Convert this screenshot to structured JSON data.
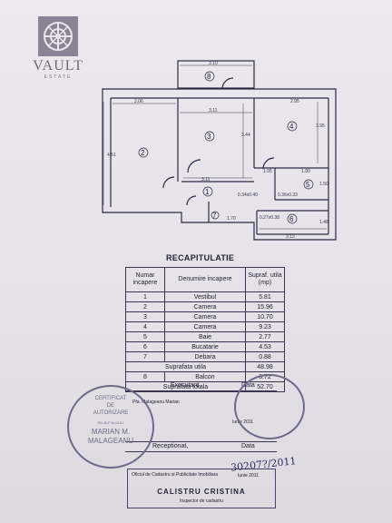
{
  "logo": {
    "brand": "VAULT",
    "tagline": "ESTATE",
    "icon": "vault-door-icon"
  },
  "plan": {
    "dims": {
      "top_wide": "3.10",
      "left_w": "2.06",
      "mid_w": "3.11",
      "right_w": "2.95",
      "left_h": "4.51",
      "mid_h": "3.44",
      "right_h": "3.95",
      "hall_w": "3.11",
      "bath_w": "1.05",
      "kitchen_w": "1.90",
      "closet": "0.34x0.40",
      "niche": "0.36x0.33",
      "lower": "1.70",
      "small": "0.27x0.38",
      "side": "1.50",
      "bottom_right": "3.13",
      "right_lower_h": "1.48"
    },
    "rooms": [
      "1",
      "2",
      "3",
      "4",
      "5",
      "6",
      "7",
      "8"
    ]
  },
  "recap": {
    "title": "RECAPITULATIE",
    "headers": {
      "num": "Numar incapere",
      "name": "Denumire incapere",
      "area": "Supraf. utila (mp)"
    },
    "rows": [
      {
        "num": "1",
        "name": "Vestibul",
        "area": "5.81"
      },
      {
        "num": "2",
        "name": "Camera",
        "area": "15.96"
      },
      {
        "num": "3",
        "name": "Camera",
        "area": "10.70"
      },
      {
        "num": "4",
        "name": "Camera",
        "area": "9.23"
      },
      {
        "num": "5",
        "name": "Baie",
        "area": "2.77"
      },
      {
        "num": "6",
        "name": "Bucatarie",
        "area": "4.53"
      },
      {
        "num": "7",
        "name": "Debara",
        "area": "0.88"
      }
    ],
    "useful_label": "Suprafata utila",
    "useful_value": "48.98",
    "balcony_num": "8",
    "balcony_name": "Balcon",
    "balcony_value": "3.72",
    "total_label": "Suprafata totala",
    "total_value": "52.70"
  },
  "sign": {
    "executant": "Executant,",
    "date_label": "Data",
    "executant_name": "Pfa. Malageanu Marian",
    "executant_date": "Iunie 2011",
    "receptionat": "Receptionat,",
    "date_label2": "Data",
    "official": "Oficiul de Cadastru si Publicitate Imobiliara",
    "official_date": "Iunie 2011",
    "inspector_name": "CALISTRU CRISTINA",
    "inspector_role": "Inspector de cadastru",
    "handwritten_number": "30207?/2011"
  },
  "stamps": {
    "left": [
      "CERTIFICAT",
      "DE",
      "AUTORIZARE",
      "RO-B-F Nr.0101",
      "MARIAN M.",
      "MALAGEANU"
    ]
  }
}
